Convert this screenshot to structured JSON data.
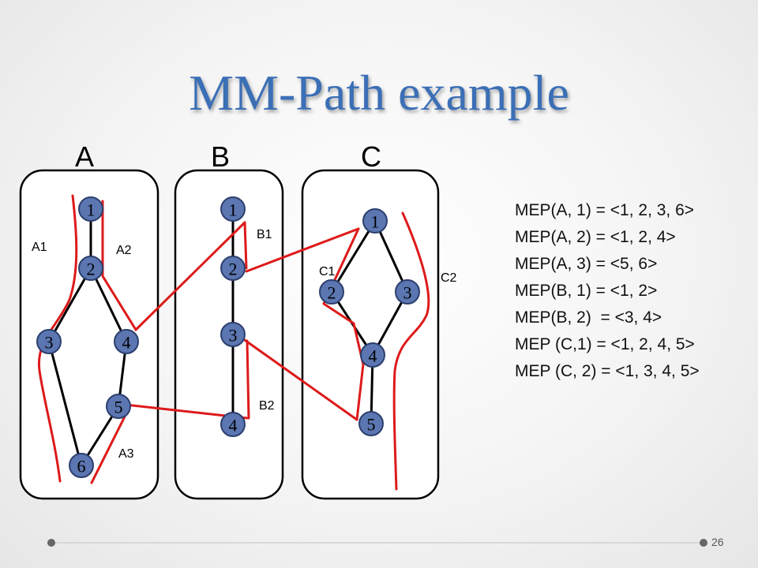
{
  "slide": {
    "title": "MM-Path example",
    "page_number": "26"
  },
  "modules": [
    {
      "id": "A",
      "label": "A",
      "nodes": [
        "1",
        "2",
        "3",
        "4",
        "5",
        "6"
      ]
    },
    {
      "id": "B",
      "label": "B",
      "nodes": [
        "1",
        "2",
        "3",
        "4"
      ]
    },
    {
      "id": "C",
      "label": "C",
      "nodes": [
        "1",
        "2",
        "3",
        "4",
        "5"
      ]
    }
  ],
  "path_labels": {
    "a1": "A1",
    "a2": "A2",
    "a3": "A3",
    "b1": "B1",
    "b2": "B2",
    "c1": "C1",
    "c2": "C2"
  },
  "mep_list": [
    "MEP(A, 1) = <1, 2, 3, 6>",
    "MEP(A, 2) = <1, 2, 4>",
    "MEP(A, 3) = <5, 6>",
    "MEP(B, 1) = <1, 2>",
    "MEP(B, 2)  = <3, 4>",
    "MEP (C,1) = <1, 2, 4, 5>",
    "MEP (C, 2) = <1, 3, 4, 5>"
  ],
  "colors": {
    "title": "#3b6fb6",
    "node_fill": "#5b76b1",
    "node_stroke": "#2c3f6e",
    "path_red": "#dd1a1a",
    "edge": "#000000"
  }
}
